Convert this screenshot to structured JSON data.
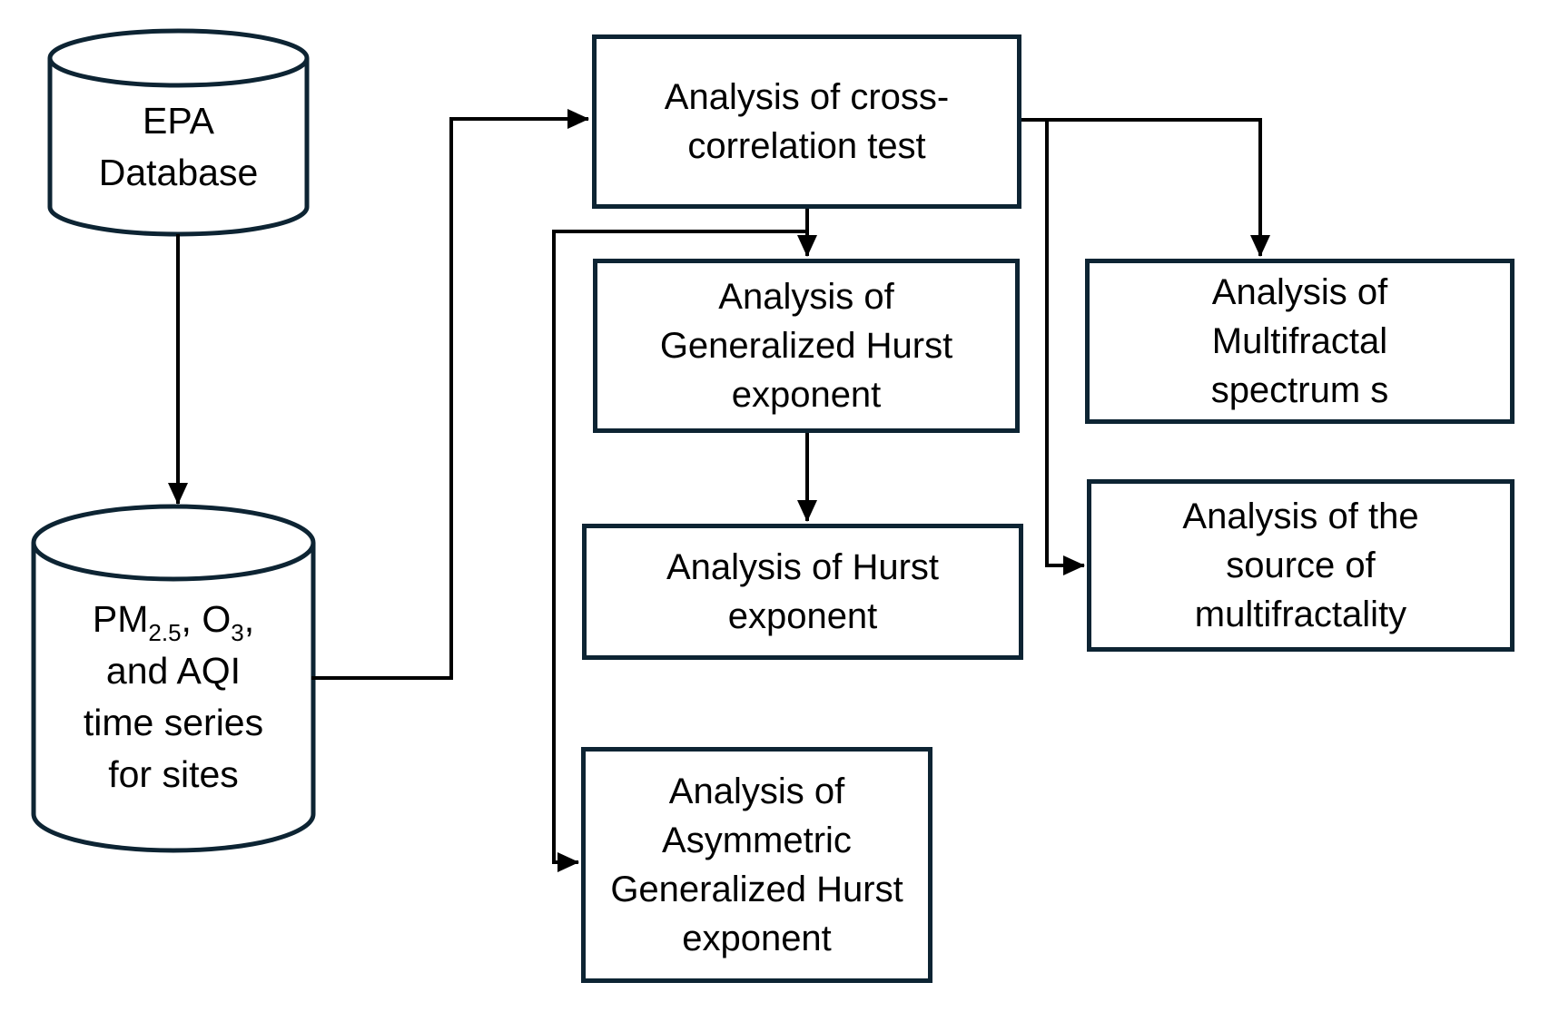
{
  "diagram": {
    "type": "flowchart",
    "background_color": "#ffffff",
    "border_color": "#0d2433",
    "connector_color": "#000000",
    "text_color": "#000000"
  },
  "cylinders": [
    {
      "id": "epa-database",
      "lines": [
        "EPA",
        "Database"
      ]
    },
    {
      "id": "pm25-o3-aqi-time-series",
      "line1_parts": {
        "p0": "PM",
        "sub0": "2.5",
        "p1": ", O",
        "sub1": "3",
        "p2": ","
      },
      "lines": [
        "and AQI",
        "time series",
        "for sites"
      ]
    }
  ],
  "boxes": [
    {
      "id": "cross-correlation-test",
      "lines": [
        "Analysis of cross-",
        "correlation test"
      ]
    },
    {
      "id": "generalized-hurst-exponent",
      "lines": [
        "Analysis of",
        "Generalized Hurst",
        "exponent"
      ]
    },
    {
      "id": "hurst-exponent",
      "lines": [
        "Analysis of Hurst",
        "exponent"
      ]
    },
    {
      "id": "asymmetric-generalized-hurst-exponent",
      "lines": [
        "Analysis of",
        "Asymmetric",
        "Generalized Hurst",
        "exponent"
      ]
    },
    {
      "id": "multifractal-spectrum",
      "lines": [
        "Analysis of",
        "Multifractal",
        "spectrum s"
      ]
    },
    {
      "id": "source-of-multifractality",
      "lines": [
        "Analysis of the",
        "source of",
        "multifractality"
      ]
    }
  ]
}
